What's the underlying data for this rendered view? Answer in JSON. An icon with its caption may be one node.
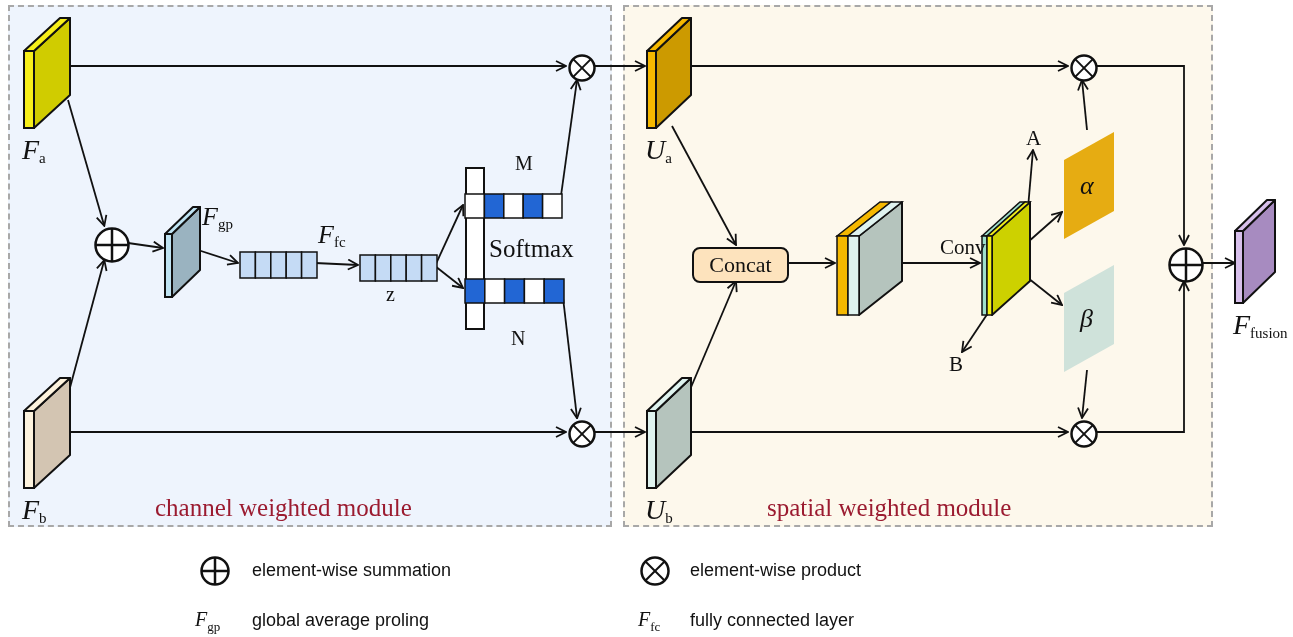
{
  "diagram": {
    "nodes": [
      {
        "text": [
          "channel weighted module"
        ]
      },
      {
        "text": [
          "spatial weighted module"
        ]
      },
      {
        "text": [
          "*F*$_{a}$"
        ],
        "in": 0
      },
      {
        "text": [
          "*F*$_{b}$"
        ],
        "in": 0
      },
      {
        "text": [],
        "shape": "circle",
        "in": 0
      },
      {
        "text": [],
        "shape": "box",
        "in": 0
      },
      {
        "text": [],
        "shape": "bar",
        "in": 0
      },
      {
        "text": [],
        "shape": "bar",
        "in": 0,
        "beside": [
          "z"
        ]
      },
      {
        "text": [],
        "shape": "bar",
        "in": 0,
        "beside": [
          "Softmax"
        ]
      },
      {
        "text": [],
        "shape": "bar",
        "in": 0,
        "beside": [
          "M"
        ]
      },
      {
        "text": [],
        "shape": "bar",
        "in": 0,
        "beside": [
          "N"
        ]
      },
      {
        "text": [],
        "shape": "circle",
        "in": 0
      },
      {
        "text": [],
        "shape": "circle",
        "in": 0
      },
      {
        "text": [
          "*U*$_{a}$"
        ],
        "in": 1
      },
      {
        "text": [
          "*U*$_{b}$"
        ],
        "in": 1
      },
      {
        "text": [
          "Concat"
        ],
        "in": 1
      },
      {
        "text": [],
        "shape": "box",
        "in": 1
      },
      {
        "text": [],
        "shape": "box",
        "in": 1
      },
      {
        "text": [
          "α"
        ],
        "in": 1
      },
      {
        "text": [
          "β"
        ],
        "in": 1
      },
      {
        "text": [],
        "shape": "circle",
        "in": 1
      },
      {
        "text": [],
        "shape": "circle",
        "in": 1
      },
      {
        "text": [],
        "shape": "circle",
        "in": 1
      },
      {
        "text": [
          "*F*$_{fusion}$"
        ]
      },
      {
        "text": [
          "A"
        ],
        "in": 1
      },
      {
        "text": [
          "B"
        ],
        "in": 1
      }
    ],
    "edges": [
      {
        "from": 2,
        "to": 11,
        "arrow": "to"
      },
      {
        "from": 2,
        "to": 4,
        "arrow": "to"
      },
      {
        "from": 3,
        "to": 4,
        "arrow": "to"
      },
      {
        "from": 3,
        "to": 12,
        "arrow": "to"
      },
      {
        "from": 4,
        "to": 5,
        "arrow": "to"
      },
      {
        "from": 5,
        "to": 6,
        "arrow": "to",
        "label": "*F*$_{gp}$"
      },
      {
        "from": 6,
        "to": 7,
        "arrow": "to",
        "label": "*F*$_{fc}$"
      },
      {
        "from": 7,
        "to": 9,
        "arrow": "to"
      },
      {
        "from": 7,
        "to": 10,
        "arrow": "to"
      },
      {
        "from": 9,
        "to": 11,
        "arrow": "to"
      },
      {
        "from": 10,
        "to": 12,
        "arrow": "to"
      },
      {
        "from": 11,
        "to": 13,
        "arrow": "to"
      },
      {
        "from": 12,
        "to": 14,
        "arrow": "to"
      },
      {
        "from": 13,
        "to": 20,
        "arrow": "to"
      },
      {
        "from": 13,
        "to": 15,
        "arrow": "to"
      },
      {
        "from": 14,
        "to": 15,
        "arrow": "to"
      },
      {
        "from": 14,
        "to": 21,
        "arrow": "to"
      },
      {
        "from": 15,
        "to": 16,
        "arrow": "to"
      },
      {
        "from": 16,
        "to": 17,
        "arrow": "to",
        "label": "Conv"
      },
      {
        "from": 17,
        "to": 24,
        "arrow": "to"
      },
      {
        "from": 17,
        "to": 18,
        "arrow": "to"
      },
      {
        "from": 17,
        "to": 19,
        "arrow": "to"
      },
      {
        "from": 17,
        "to": 25,
        "arrow": "to"
      },
      {
        "from": 18,
        "to": 20,
        "arrow": "to"
      },
      {
        "from": 19,
        "to": 21,
        "arrow": "to"
      },
      {
        "from": 20,
        "to": 22,
        "arrow": "to"
      },
      {
        "from": 21,
        "to": 22,
        "arrow": "to"
      },
      {
        "from": 22,
        "to": 23,
        "arrow": "to"
      }
    ],
    "labels": [
      "*F*$_{gp}$",
      "*F*$_{fc}$"
    ],
    "legend": [
      {
        "text": "element-wise summation"
      },
      {
        "text": "element-wise product"
      },
      {
        "text": "global average proling"
      },
      {
        "text": "fully connected layer"
      }
    ]
  }
}
